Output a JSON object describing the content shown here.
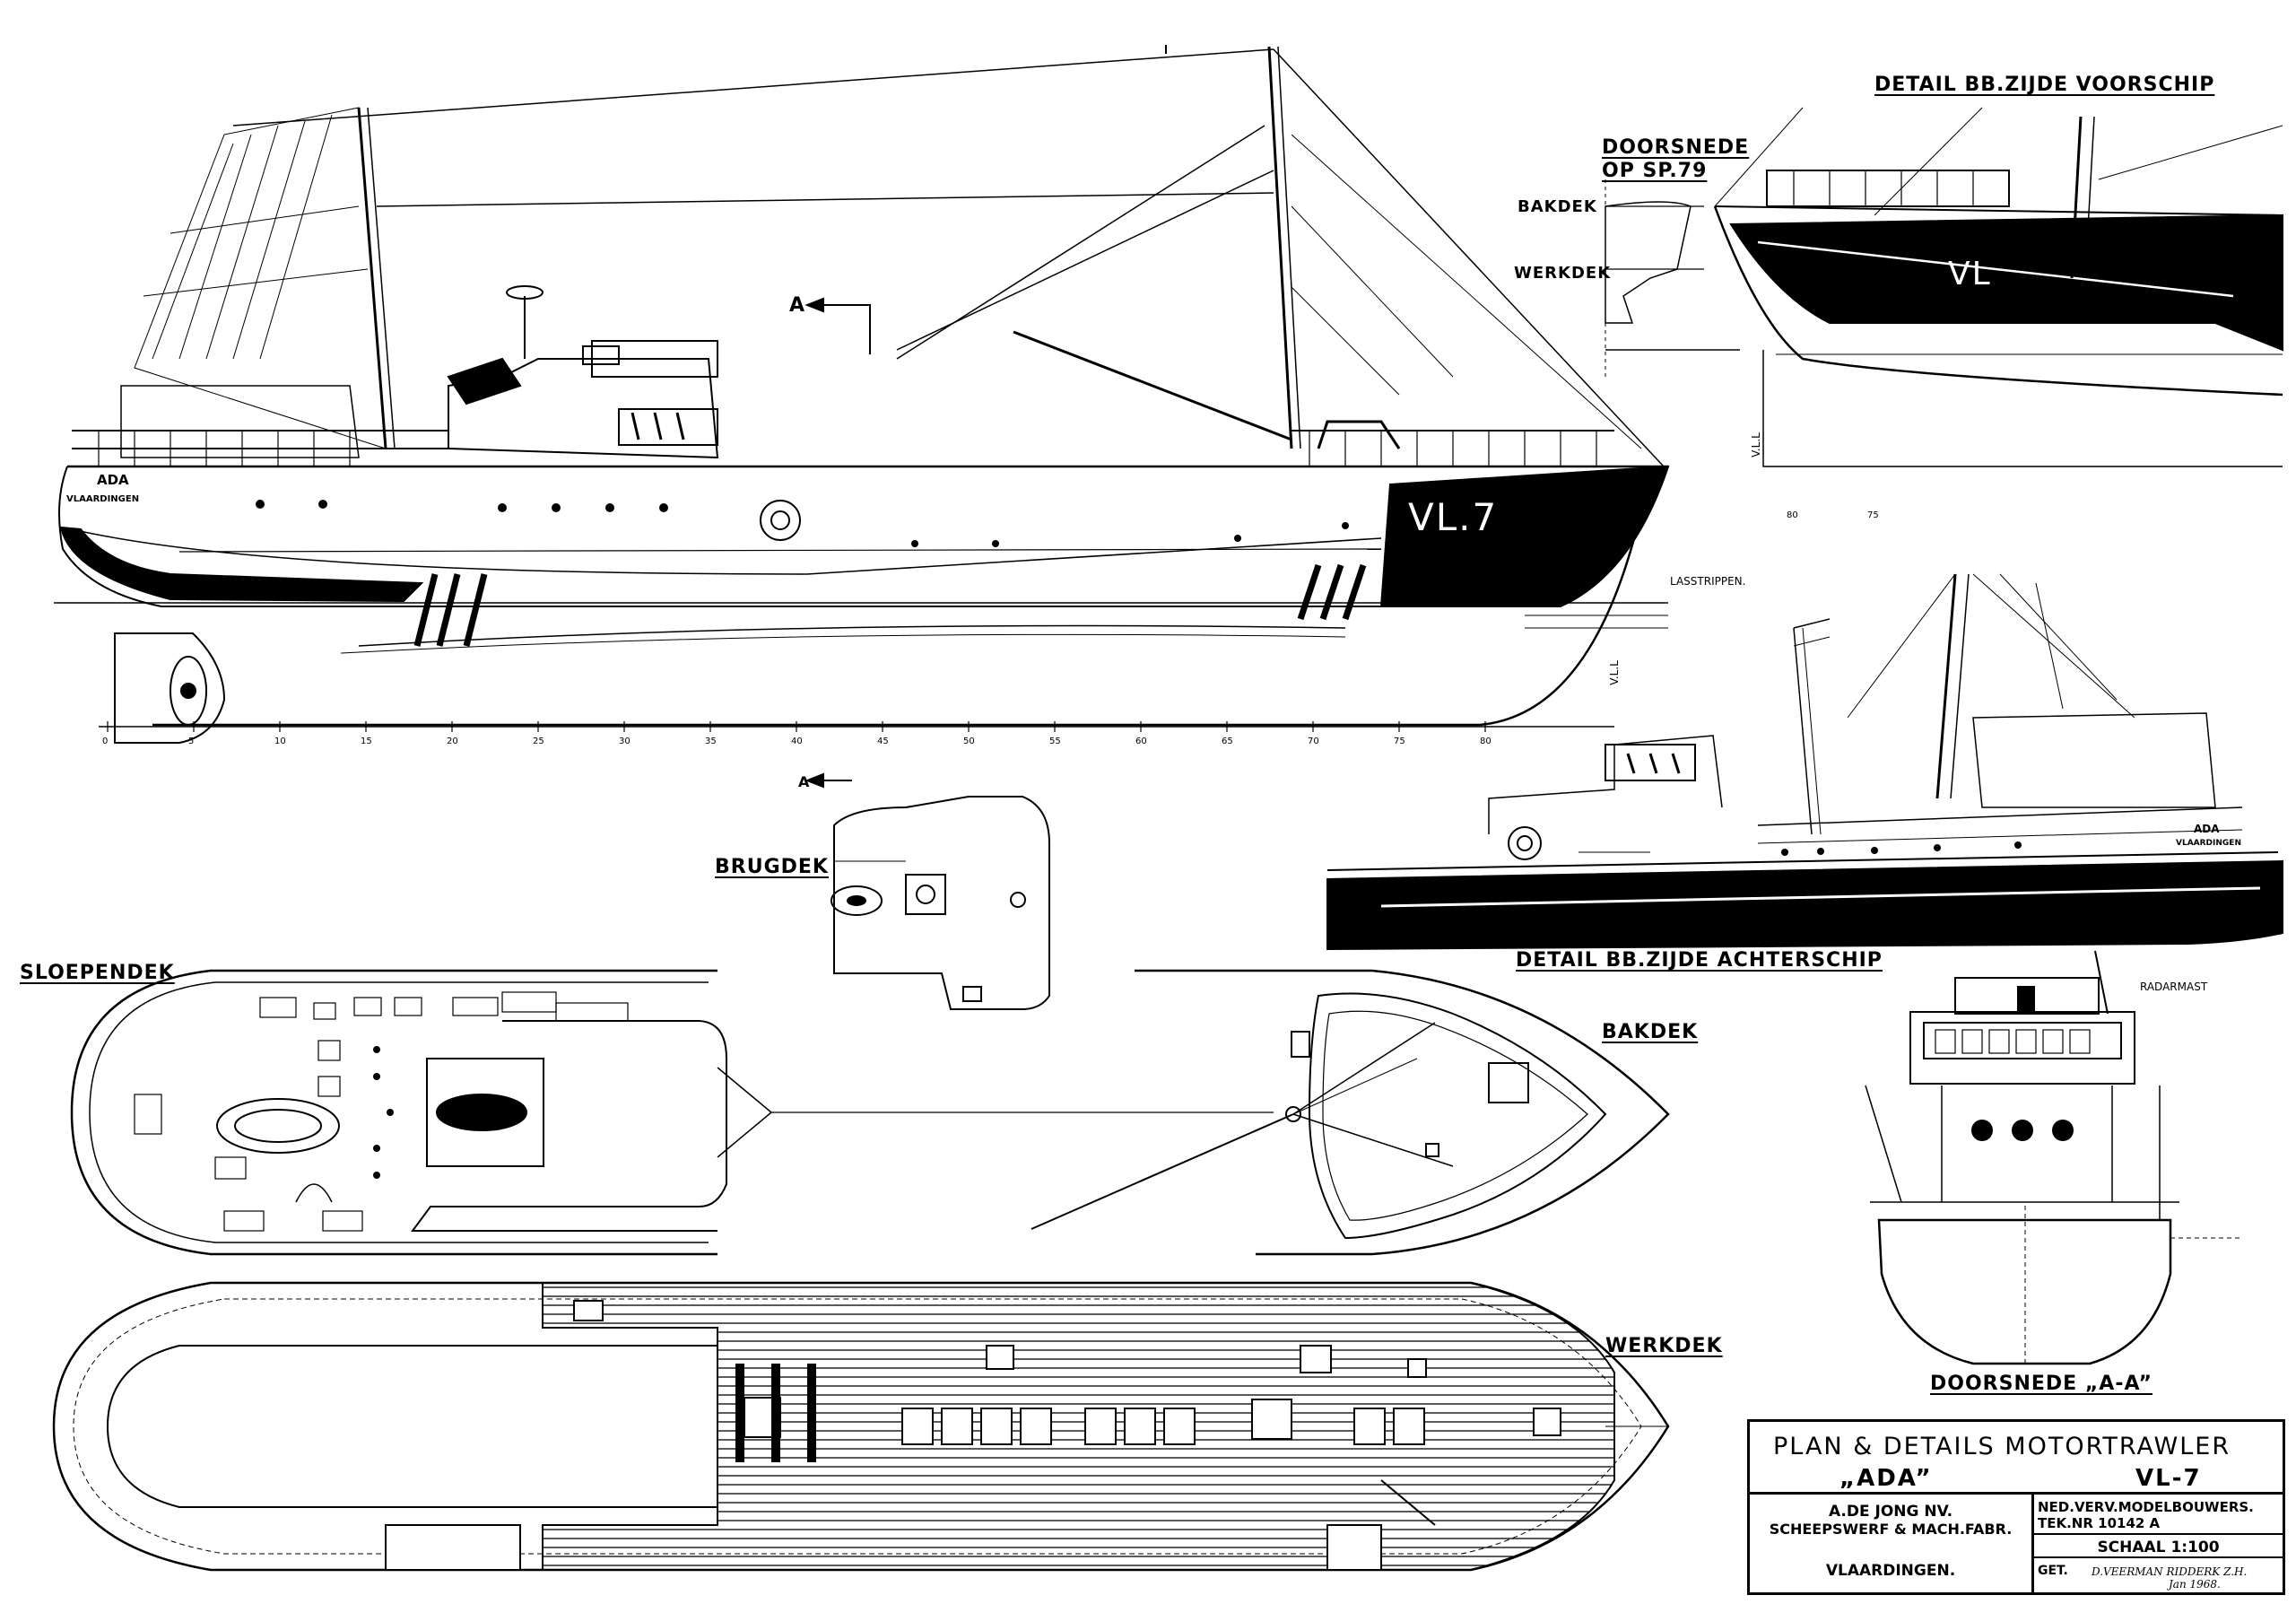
{
  "labels": {
    "detail_bow": "DETAIL BB.ZIJDE VOORSCHIP",
    "doorsnede_sp79_line1": "DOORSNEDE",
    "doorsnede_sp79_line2": "OP SP.79",
    "bakdek_side": "BAKDEK",
    "werkdek_side": "WERKDEK",
    "section_arrow": "A",
    "section_arrow_lower": "A",
    "lasstrippen": "LASSTRIPPEN.",
    "brugdek": "BRUGDEK",
    "sloependek": "SLOEPENDEK",
    "bakdek_plan": "BAKDEK",
    "werkdek_plan": "WERKDEK",
    "detail_stern": "DETAIL BB.ZIJDE ACHTERSCHIP",
    "radarmast": "RADARMAST",
    "doorsnede_aa": "DOORSNEDE „A-A”",
    "vll": "V.L.L",
    "vll2": "V.L.L"
  },
  "hull_marks": {
    "name": "ADA",
    "port": "VLAARDINGEN",
    "registration": "VL.7",
    "bow_detail_registration": "VL",
    "stern_detail_name": "ADA",
    "stern_detail_port": "VLAARDINGEN"
  },
  "frame_scale": {
    "ticks": [
      "0",
      "5",
      "10",
      "15",
      "20",
      "25",
      "30",
      "35",
      "40",
      "45",
      "50",
      "55",
      "60",
      "65",
      "70",
      "75",
      "80"
    ],
    "bow_detail_ticks": [
      "80",
      "75"
    ]
  },
  "title_block": {
    "heading": "PLAN & DETAILS  MOTORTRAWLER",
    "ship_name": "„ADA”",
    "registration": "VL-7",
    "yard_line1": "A.DE JONG NV.",
    "yard_line2": "SCHEEPSWERF & MACH.FABR.",
    "city": "VLAARDINGEN.",
    "organisation": "NED.VERV.MODELBOUWERS.",
    "drawing_number": "TEK.NR  10142 A",
    "scale": "SCHAAL 1:100",
    "drawn_by_label": "GET.",
    "drawn_by": "D.VEERMAN  RIDDERK Z.H.",
    "date": "Jan 1968."
  },
  "colors": {
    "ink": "#000000",
    "paper": "#ffffff"
  }
}
